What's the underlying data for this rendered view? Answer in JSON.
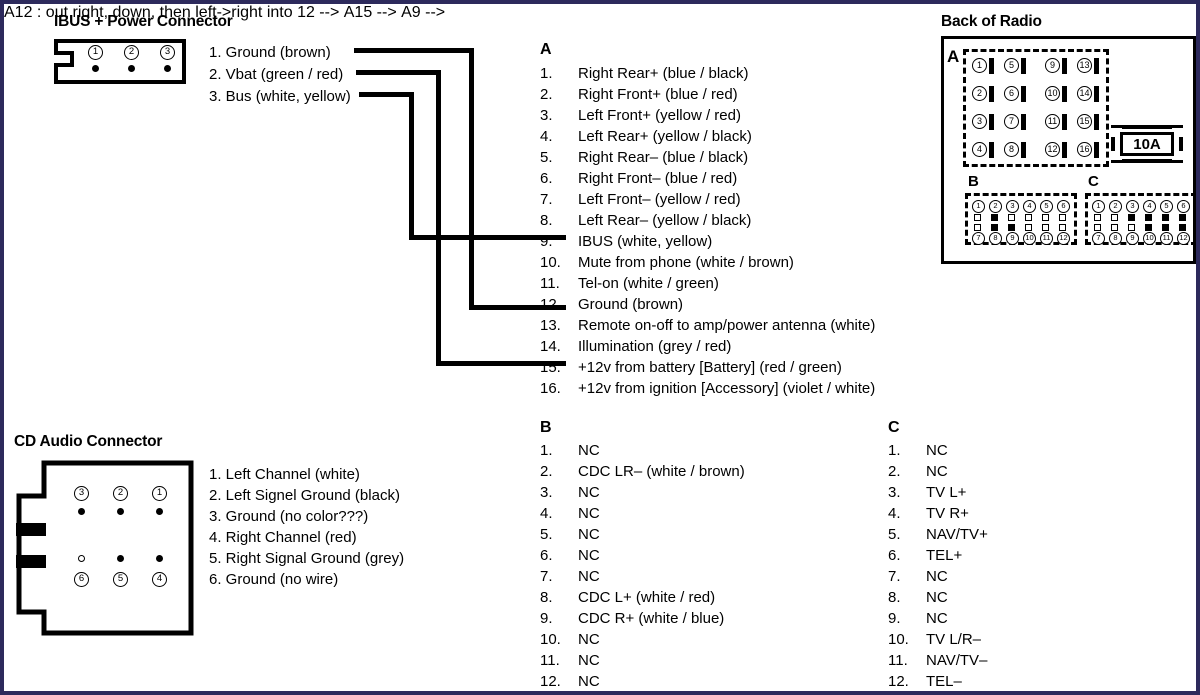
{
  "sections": {
    "ibus_title": "IBUS + Power Connector",
    "cd_title": "CD Audio Connector",
    "radio_title": "Back of Radio"
  },
  "ibus_connector": {
    "pins": [
      "1",
      "2",
      "3"
    ],
    "list": [
      "1. Ground (brown)",
      "2. Vbat (green / red)",
      "3. Bus (white, yellow)"
    ]
  },
  "cd_connector": {
    "pins_top": [
      "3",
      "2",
      "1"
    ],
    "pins_bottom": [
      "6",
      "5",
      "4"
    ],
    "list": [
      "1. Left Channel (white)",
      "2. Left Signel Ground (black)",
      "3. Ground (no color???)",
      "4. Right Channel (red)",
      "5. Right Signal Ground (grey)",
      "6. Ground (no wire)"
    ]
  },
  "connector_a": {
    "letter": "A",
    "items": [
      {
        "num": "1.",
        "label": "Right Rear+ (blue / black)"
      },
      {
        "num": "2.",
        "label": "Right Front+ (blue / red)"
      },
      {
        "num": "3.",
        "label": "Left Front+ (yellow / red)"
      },
      {
        "num": "4.",
        "label": "Left Rear+ (yellow / black)"
      },
      {
        "num": "5.",
        "label": "Right Rear– (blue / black)"
      },
      {
        "num": "6.",
        "label": "Right Front– (blue / red)"
      },
      {
        "num": "7.",
        "label": "Left Front– (yellow / red)"
      },
      {
        "num": "8.",
        "label": "Left Rear– (yellow / black)"
      },
      {
        "num": "9.",
        "label": "IBUS (white, yellow)"
      },
      {
        "num": "10.",
        "label": "Mute from phone (white / brown)"
      },
      {
        "num": "11.",
        "label": "Tel-on (white / green)"
      },
      {
        "num": "12.",
        "label": "Ground (brown)"
      },
      {
        "num": "13.",
        "label": "Remote on-off to amp/power antenna (white)"
      },
      {
        "num": "14.",
        "label": "Illumination (grey / red)"
      },
      {
        "num": "15.",
        "label": "+12v from battery [Battery] (red / green)"
      },
      {
        "num": "16.",
        "label": "+12v from ignition [Accessory] (violet / white)"
      }
    ]
  },
  "connector_b": {
    "letter": "B",
    "items": [
      {
        "num": "1.",
        "label": "NC"
      },
      {
        "num": "2.",
        "label": "CDC LR– (white / brown)"
      },
      {
        "num": "3.",
        "label": "NC"
      },
      {
        "num": "4.",
        "label": "NC"
      },
      {
        "num": "5.",
        "label": "NC"
      },
      {
        "num": "6.",
        "label": "NC"
      },
      {
        "num": "7.",
        "label": "NC"
      },
      {
        "num": "8.",
        "label": "CDC L+ (white / red)"
      },
      {
        "num": "9.",
        "label": "CDC R+ (white / blue)"
      },
      {
        "num": "10.",
        "label": "NC"
      },
      {
        "num": "11.",
        "label": "NC"
      },
      {
        "num": "12.",
        "label": "NC"
      }
    ]
  },
  "connector_c": {
    "letter": "C",
    "items": [
      {
        "num": "1.",
        "label": "NC"
      },
      {
        "num": "2.",
        "label": "NC"
      },
      {
        "num": "3.",
        "label": "TV L+"
      },
      {
        "num": "4.",
        "label": "TV R+"
      },
      {
        "num": "5.",
        "label": "NAV/TV+"
      },
      {
        "num": "6.",
        "label": "TEL+"
      },
      {
        "num": "7.",
        "label": "NC"
      },
      {
        "num": "8.",
        "label": "NC"
      },
      {
        "num": "9.",
        "label": "NC"
      },
      {
        "num": "10.",
        "label": "TV L/R–"
      },
      {
        "num": "11.",
        "label": "NAV/TV–"
      },
      {
        "num": "12.",
        "label": "TEL–"
      }
    ]
  },
  "back_of_radio": {
    "block_a_letter": "A",
    "block_b_letter": "B",
    "block_c_letter": "C",
    "fuse_label": "10A",
    "block_a_pins": [
      "1",
      "2",
      "3",
      "4",
      "5",
      "6",
      "7",
      "8",
      "9",
      "10",
      "11",
      "12",
      "13",
      "14",
      "15",
      "16"
    ],
    "block_b_pins": [
      "1",
      "2",
      "3",
      "4",
      "5",
      "6",
      "7",
      "8",
      "9",
      "10",
      "11",
      "12"
    ],
    "block_b_filled": [
      2,
      8,
      9
    ],
    "block_c_pins": [
      "1",
      "2",
      "3",
      "4",
      "5",
      "6",
      "7",
      "8",
      "9",
      "10",
      "11",
      "12"
    ],
    "block_c_filled": [
      3,
      4,
      5,
      6,
      10,
      11,
      12
    ]
  },
  "colors": {
    "frame": "#2d2a5c",
    "ink": "#000000",
    "paper": "#ffffff"
  }
}
